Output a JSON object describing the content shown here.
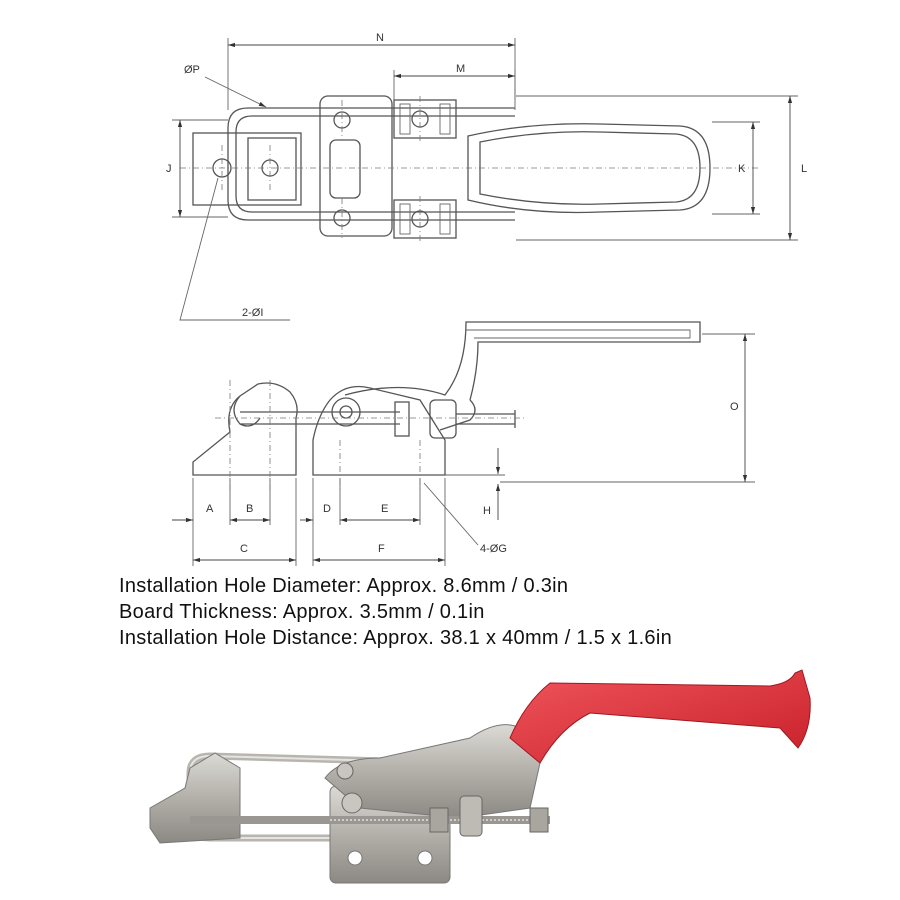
{
  "diagram": {
    "labels": {
      "N": "N",
      "M": "M",
      "P": "ØP",
      "J": "J",
      "K": "K",
      "L": "L",
      "I": "2-ØI",
      "O": "O",
      "A": "A",
      "B": "B",
      "C": "C",
      "D": "D",
      "E": "E",
      "F": "F",
      "H": "H",
      "G": "4-ØG"
    }
  },
  "specs": {
    "hole_diameter": "Installation Hole Diameter: Approx. 8.6mm / 0.3in",
    "board_thickness": "Board Thickness: Approx. 3.5mm / 0.1in",
    "hole_distance": "Installation Hole Distance: Approx. 38.1 x 40mm / 1.5 x 1.6in"
  },
  "photo": {
    "handle_color": "#e0303a",
    "metal_color": "#b9b6b0"
  }
}
